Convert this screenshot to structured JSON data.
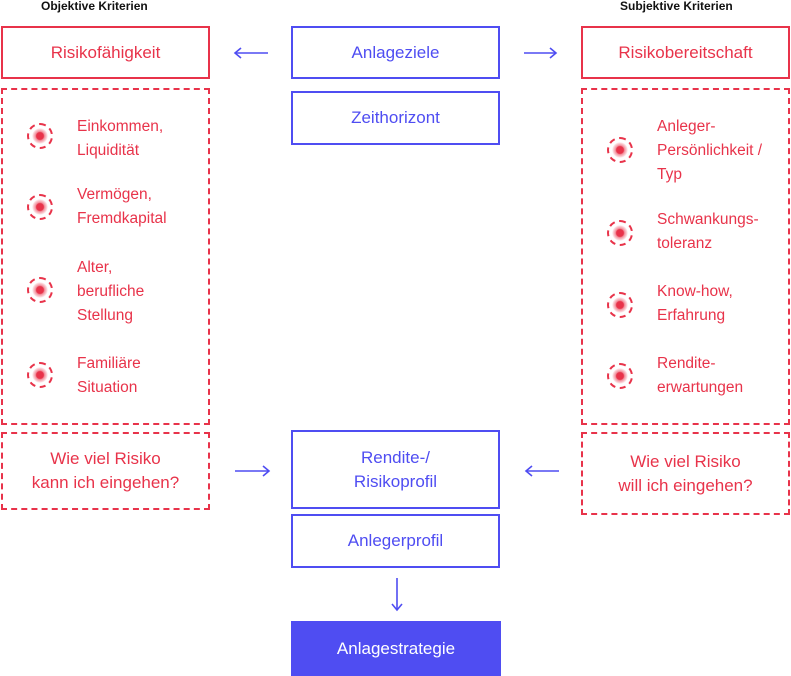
{
  "headings": {
    "left": "Objektive Kriterien",
    "right": "Subjektive Kriterien"
  },
  "left": {
    "title": "Risikofähigkeit",
    "items": [
      "Einkommen,\nLiquidität",
      "Vermögen,\nFremdkapital",
      "Alter,\nberufliche\nStellung",
      "Familiäre\nSituation"
    ],
    "question": "Wie viel Risiko\nkann ich eingehen?"
  },
  "right": {
    "title": "Risikobereitschaft",
    "items": [
      "Anleger-\nPersönlichkeit /\nTyp",
      "Schwankungs-\ntoleranz",
      "Know-how,\nErfahrung",
      "Rendite-\nerwartungen"
    ],
    "question": "Wie viel Risiko\nwill ich eingehen?"
  },
  "center": {
    "goals": "Anlageziele",
    "horizon": "Zeithorizont",
    "profile": "Rendite-/\nRisikoprofil",
    "investor_profile": "Anlegerprofil",
    "strategy": "Anlagestrategie"
  },
  "colors": {
    "red": "#e8334a",
    "blue": "#4f4df2"
  }
}
